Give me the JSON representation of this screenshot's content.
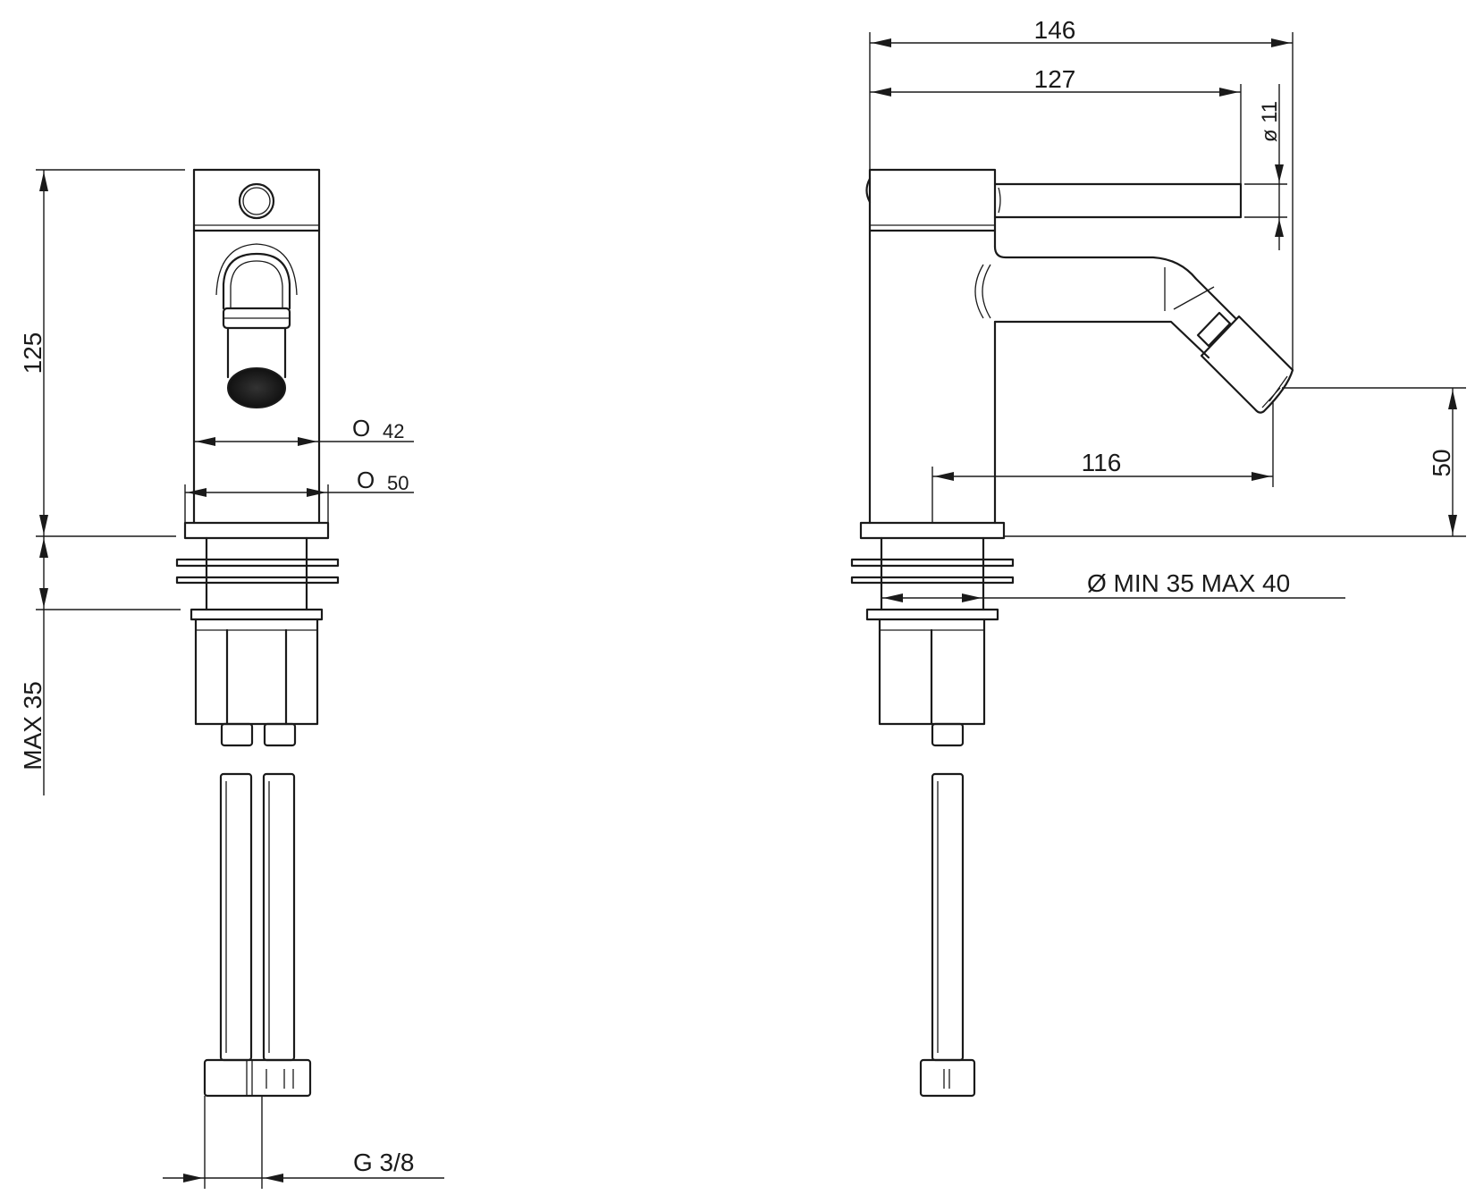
{
  "drawing": {
    "front_view": {
      "dim_height_total": "125",
      "dim_max_thickness": "MAX 35",
      "dim_dia_small_symbol": "O",
      "dim_dia_small_value": "42",
      "dim_dia_large_symbol": "O",
      "dim_dia_large_value": "50",
      "dim_connection": "G 3/8"
    },
    "side_view": {
      "dim_length_overall": "146",
      "dim_length_lever": "127",
      "dim_lever_dia": "ø 11",
      "dim_spout_reach": "116",
      "dim_spout_height": "50",
      "dim_hole_dia": "Ø MIN 35 MAX 40"
    },
    "colors": {
      "line": "#1a1a1a",
      "background": "#ffffff"
    }
  }
}
